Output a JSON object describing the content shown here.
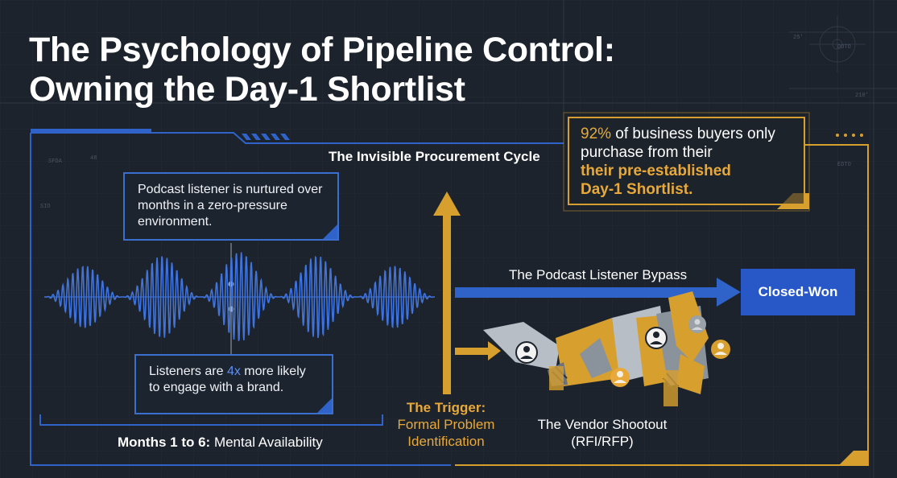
{
  "title": {
    "line1": "The Psychology of Pipeline Control:",
    "line2": "Owning the Day-1 Shortlist"
  },
  "cycle_label": "The Invisible Procurement Cycle",
  "stat": {
    "percent": "92%",
    "text_line1": " of business buyers only",
    "text_line2": "purchase from their",
    "highlight_line1": "their pre-established",
    "highlight_line2": "Day-1 Shortlist."
  },
  "callout_top": {
    "text": "Podcast listener is nurtured over months in a zero-pressure environment."
  },
  "callout_bottom": {
    "pre": "Listeners are ",
    "highlight": "4x",
    "post": " more likely to engage with a brand."
  },
  "months": {
    "bold": "Months 1 to 6:",
    "rest": " Mental Availability"
  },
  "bypass_label": "The Podcast Listener Bypass",
  "closed_won": "Closed-Won",
  "trigger": {
    "bold": "The Trigger:",
    "line1": "Formal Problem",
    "line2": "Identification"
  },
  "vendor": {
    "line1": "The Vendor Shootout",
    "line2": "(RFI/RFP)"
  },
  "deco_labels": {
    "top_right_a": "25'",
    "top_right_b": "DOTO",
    "right_a": "210'",
    "right_b": "EDTO",
    "left_a": "SFDA",
    "left_b": "48",
    "left_c": "SIO"
  },
  "colors": {
    "background": "#1c232c",
    "blue": "#2f63c9",
    "gold": "#d79f2e",
    "gold_text": "#e8a93a",
    "grid": "#2a333e"
  }
}
